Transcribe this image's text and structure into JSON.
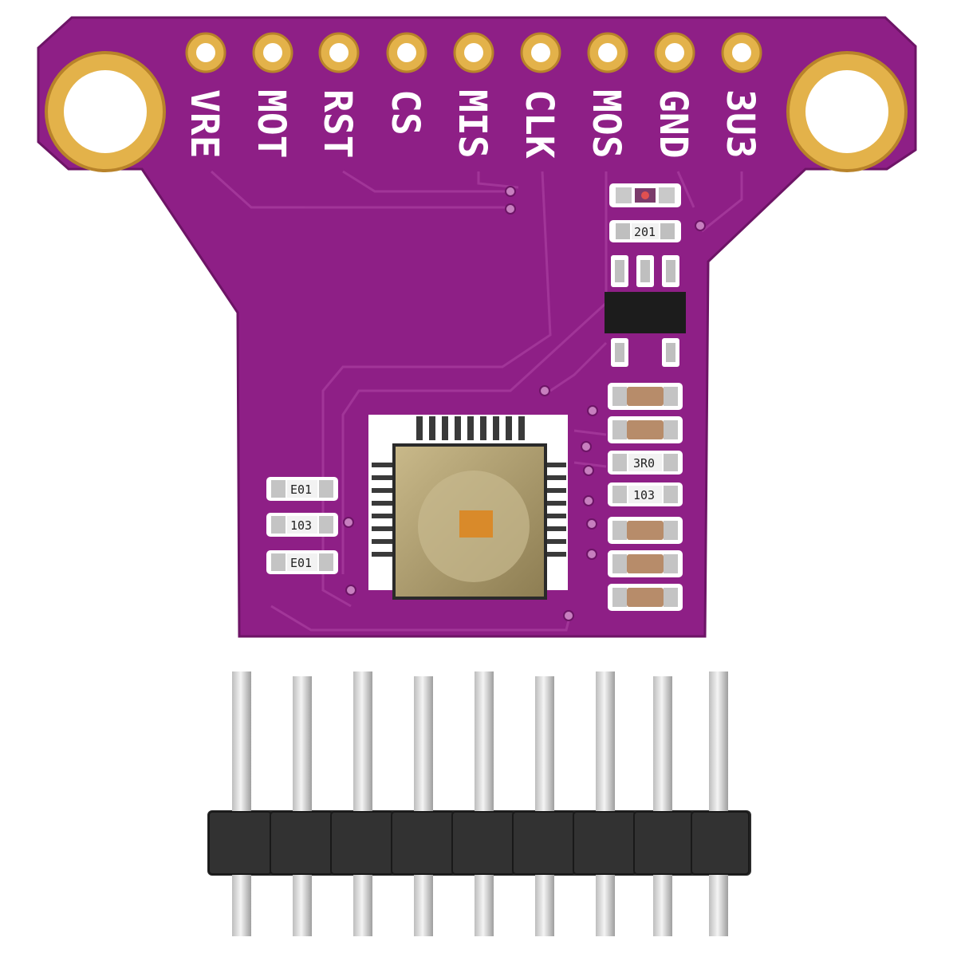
{
  "board": {
    "colors": {
      "pcb": "#8e1f86",
      "silk": "#ffffff",
      "gold": "#e3b24a",
      "header": "#2b2b2b",
      "pin": "#d8d8d8"
    },
    "pins": [
      {
        "label": "VRE"
      },
      {
        "label": "MOT"
      },
      {
        "label": "RST"
      },
      {
        "label": "CS"
      },
      {
        "label": "MIS"
      },
      {
        "label": "CLK"
      },
      {
        "label": "MOS"
      },
      {
        "label": "GND"
      },
      {
        "label": "3U3"
      }
    ],
    "regulator_resistor": "201",
    "left_resistors": [
      "E01",
      "103",
      "E01"
    ],
    "right_resistors": [
      "3R0",
      "103"
    ]
  },
  "header_pin_count": 9
}
